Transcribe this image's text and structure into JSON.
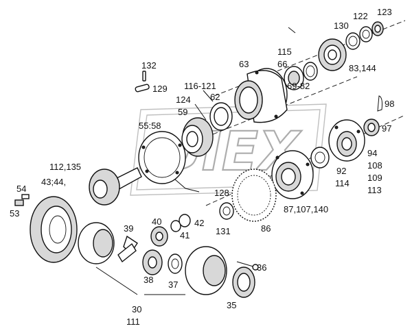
{
  "diagram": {
    "labels": {
      "p132": "132",
      "p129": "129",
      "p116_121": "116-121",
      "p124": "124",
      "p62": "62",
      "p59": "59",
      "p63": "63",
      "p115": "115",
      "p66": "66",
      "p69_82": "69-82",
      "p130": "130",
      "p122": "122",
      "p123": "123",
      "p83_144": "83,144",
      "p98": "98",
      "p97": "97",
      "p94": "94",
      "p108": "108",
      "p109": "109",
      "p113": "113",
      "p92": "92",
      "p114": "114",
      "p55_58": "55:58",
      "p112_135": "112,135",
      "p43_44": "43;44,",
      "p54": "54",
      "p53": "53",
      "p128": "128",
      "p131": "131",
      "p86": "86",
      "p87_107_140": "87,107,140",
      "p39": "39",
      "p40": "40",
      "p42": "42",
      "p41": "41",
      "p38": "38",
      "p37": "37",
      "p36": "36",
      "p35": "35",
      "p30": "30",
      "p111": "111"
    },
    "watermark": "ЛЕХ"
  }
}
